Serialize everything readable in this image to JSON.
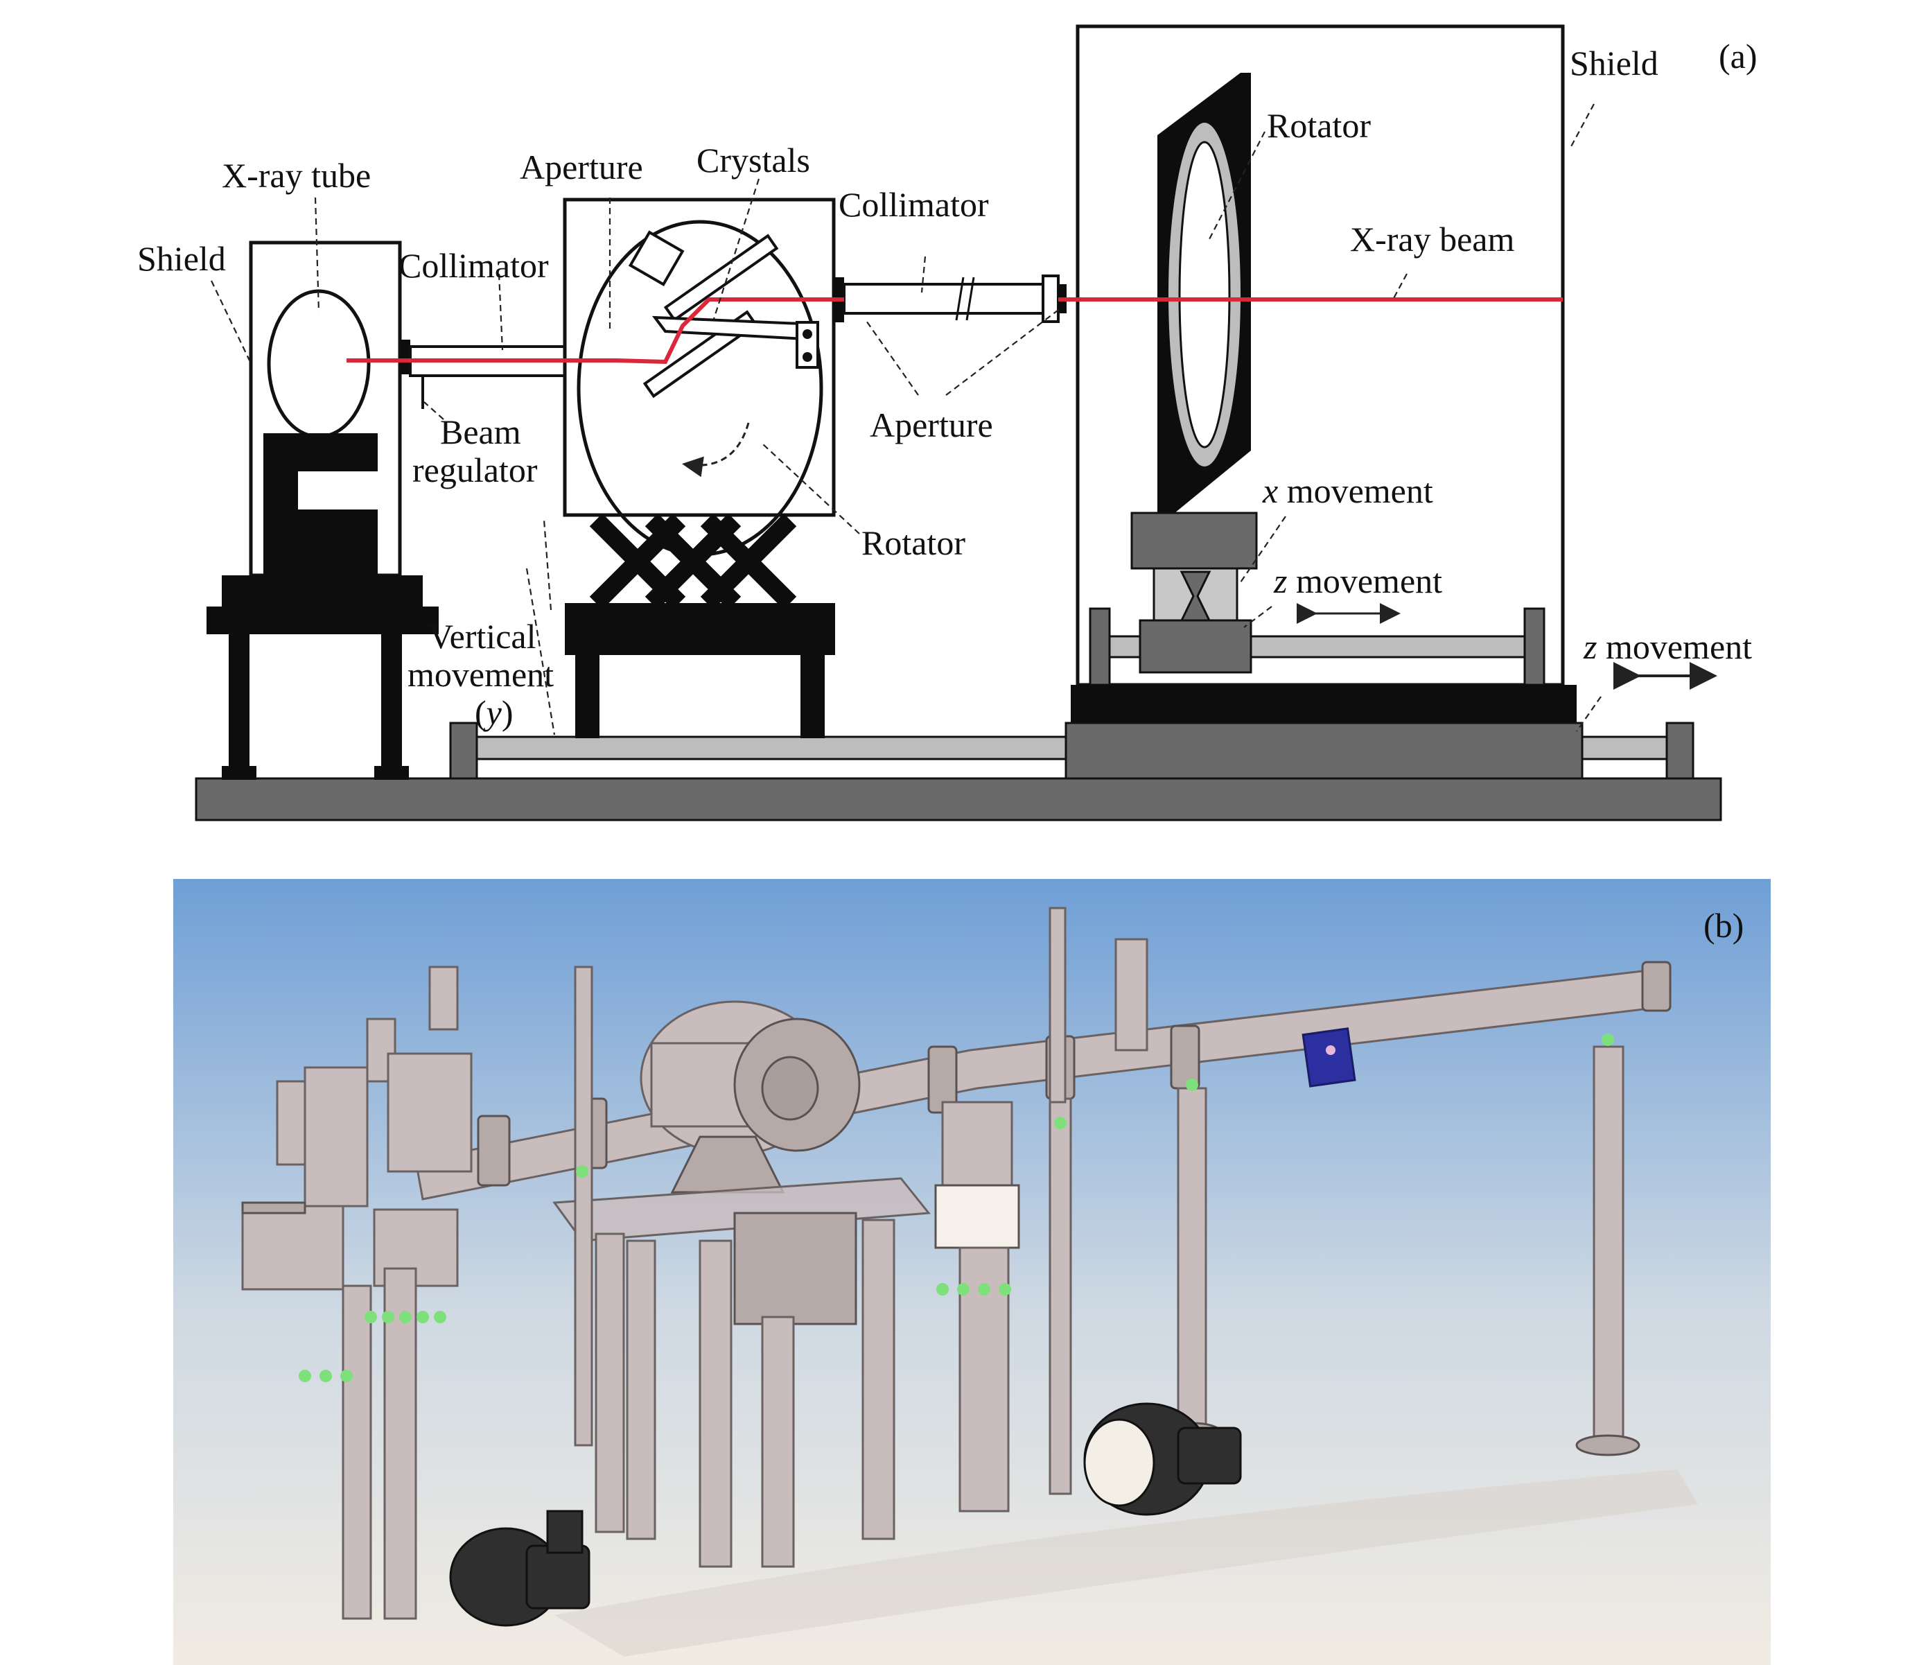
{
  "panel_a": {
    "tag": "(a)",
    "labels": {
      "shield_left": "Shield",
      "xray_tube": "X-ray tube",
      "collimator_left": "Collimator",
      "aperture_mid": "Aperture",
      "crystals": "Crystals",
      "collimator_right": "Collimator",
      "beam": "Beam",
      "regulator": "regulator",
      "aperture_bottom": "Aperture",
      "rotator_mid": "Rotator",
      "vertical": "Vertical",
      "movement": "movement",
      "y_open": "(",
      "y_var": "y",
      "y_close": ")",
      "rotator_top": "Rotator",
      "shield_right": "Shield",
      "xray_beam": "X-ray beam",
      "x_var": "x",
      "x_movement": " movement",
      "z_var_inner": "z",
      "z_movement_inner": " movement",
      "z_var_outer": "z",
      "z_movement_outer": " movement"
    },
    "colors": {
      "beam": "#d8283a",
      "dark": "#0d0d0d",
      "gray": "#6a6a6a",
      "light_gray": "#bdbdbd"
    }
  },
  "panel_b": {
    "tag": "(b)",
    "colors": {
      "sky_top": "#6f9fd6",
      "sky_bottom": "#f1ece3",
      "metal": "#c9bcbc",
      "motor": "#2f2f2f",
      "module": "#2b2fa0",
      "clamp": "#7ee07a"
    }
  }
}
